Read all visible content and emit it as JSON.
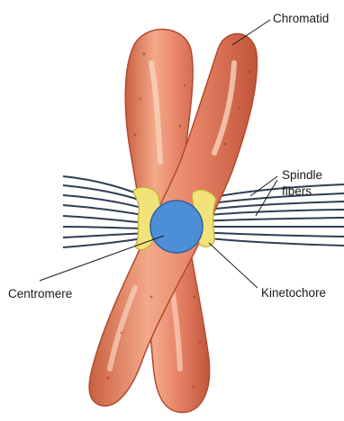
{
  "labels": {
    "chromatid": "Chromatid",
    "spindle_fibers_line1": "Spindle",
    "spindle_fibers_line2": "fibers",
    "centromere": "Centromere",
    "kinetochore": "Kinetochore"
  },
  "colors": {
    "chromatid_fill": "#e8876a",
    "chromatid_dark": "#c2553a",
    "chromatid_light": "#f6c0a6",
    "centromere_fill": "#4d8fd6",
    "kinetochore_fill": "#f2e27a",
    "spindle_fiber": "#2f3d55",
    "leader_line": "#1a1a1a"
  },
  "icons": {
    "centromere": "blue-circle",
    "kinetochore": "yellow-patch",
    "spindle_fibers": "dark-lines"
  }
}
